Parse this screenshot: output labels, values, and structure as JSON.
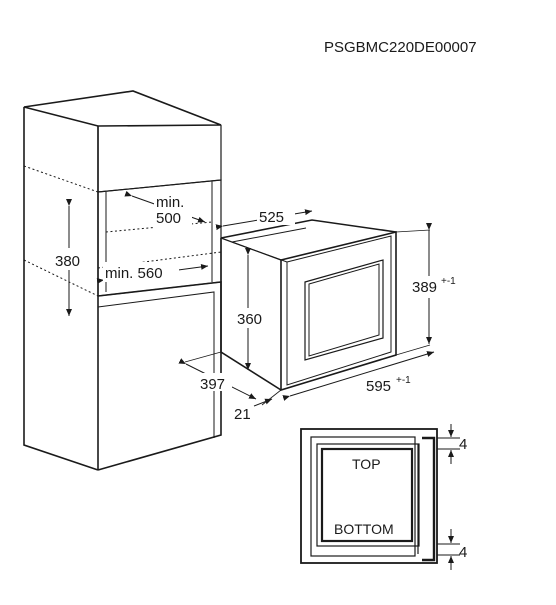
{
  "diagram": {
    "code": "PSGBMC220DE00007",
    "cabinet": {
      "height": "380",
      "depth_min": "min.",
      "depth_min_val": "500",
      "width_min": "min. 560"
    },
    "appliance": {
      "width_top": "525",
      "height_side": "360",
      "height_front": "389",
      "height_front_tol": "+-1",
      "depth": "397",
      "width_front": "595",
      "width_front_tol": "+-1",
      "offset": "21"
    },
    "detail": {
      "top_label": "TOP",
      "bottom_label": "BOTTOM",
      "gap_top": "4",
      "gap_bottom": "4"
    }
  }
}
